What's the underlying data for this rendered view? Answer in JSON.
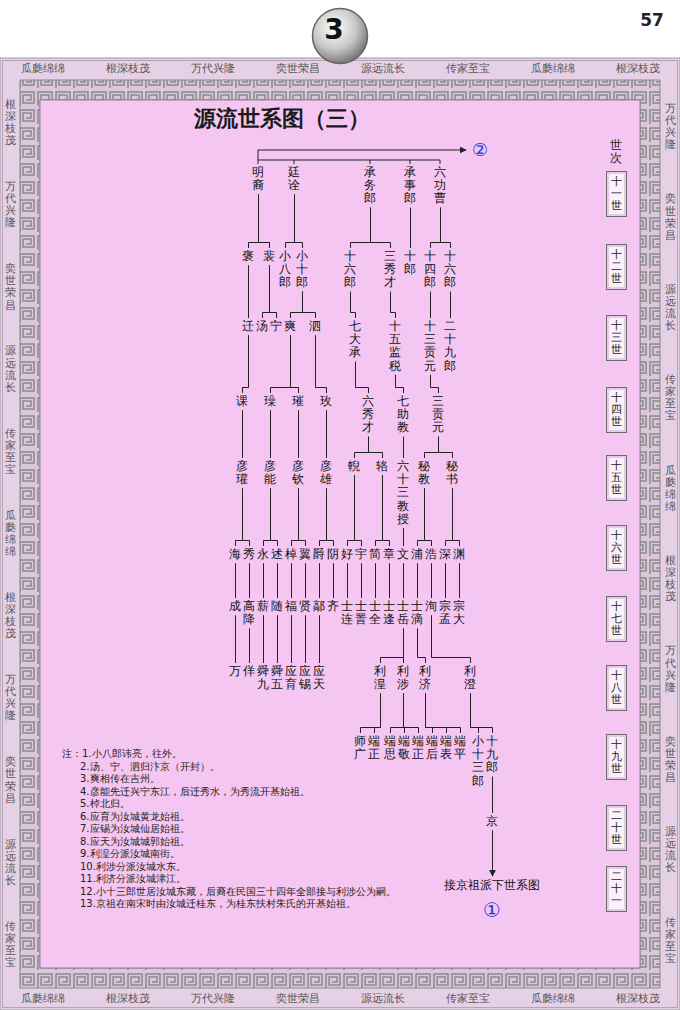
{
  "diagram": {
    "title": "源流世系图（三）",
    "nodes": [
      {
        "text": [
          "3"
        ]
      },
      {
        "text": [
          "明裔"
        ]
      },
      {
        "text": [
          "廷诠"
        ]
      },
      {
        "text": [
          "承务郎"
        ]
      },
      {
        "text": [
          "承事郎"
        ]
      },
      {
        "text": [
          "六功曹"
        ]
      },
      {
        "text": [
          "褒"
        ]
      },
      {
        "text": [
          "裴"
        ]
      },
      {
        "text": [
          "小八郎"
        ]
      },
      {
        "text": [
          "小十郎"
        ]
      },
      {
        "text": [
          "十六郎"
        ]
      },
      {
        "text": [
          "三秀才"
        ]
      },
      {
        "text": [
          "十郎"
        ]
      },
      {
        "text": [
          "十四郎"
        ]
      },
      {
        "text": [
          "十六郎"
        ]
      },
      {
        "text": [
          "迁"
        ]
      },
      {
        "text": [
          "汤"
        ]
      },
      {
        "text": [
          "宁"
        ]
      },
      {
        "text": [
          "爽"
        ]
      },
      {
        "text": [
          "泗"
        ]
      },
      {
        "text": [
          "七大承"
        ]
      },
      {
        "text": [
          "十五监税"
        ]
      },
      {
        "text": [
          "十三贡元"
        ]
      },
      {
        "text": [
          "二十九郎"
        ]
      },
      {
        "text": [
          "课"
        ]
      },
      {
        "text": [
          "璪"
        ]
      },
      {
        "text": [
          "璀"
        ]
      },
      {
        "text": [
          "玫"
        ]
      },
      {
        "text": [
          "六秀才"
        ]
      },
      {
        "text": [
          "七助教"
        ]
      },
      {
        "text": [
          "三贡元"
        ]
      },
      {
        "text": [
          "彦瓘"
        ]
      },
      {
        "text": [
          "彦能"
        ]
      },
      {
        "text": [
          "彦钦"
        ]
      },
      {
        "text": [
          "彦雄"
        ]
      },
      {
        "text": [
          "輗"
        ]
      },
      {
        "text": [
          "辂"
        ]
      },
      {
        "text": [
          "六十三教授"
        ]
      },
      {
        "text": [
          "秘教"
        ]
      },
      {
        "text": [
          "秘书"
        ]
      },
      {
        "text": [
          "海"
        ]
      },
      {
        "text": [
          "秀"
        ]
      },
      {
        "text": [
          "永"
        ]
      },
      {
        "text": [
          "述"
        ]
      },
      {
        "text": [
          "棹"
        ]
      },
      {
        "text": [
          "翼"
        ]
      },
      {
        "text": [
          "爵"
        ]
      },
      {
        "text": [
          "阴"
        ]
      },
      {
        "text": [
          "好"
        ]
      },
      {
        "text": [
          "宇"
        ]
      },
      {
        "text": [
          "简"
        ]
      },
      {
        "text": [
          "章"
        ]
      },
      {
        "text": [
          "文"
        ]
      },
      {
        "text": [
          "浦"
        ]
      },
      {
        "text": [
          "浩"
        ]
      },
      {
        "text": [
          "深"
        ]
      },
      {
        "text": [
          "渊"
        ]
      },
      {
        "text": [
          "成"
        ]
      },
      {
        "text": [
          "高降"
        ]
      },
      {
        "text": [
          "薪"
        ]
      },
      {
        "text": [
          "随"
        ]
      },
      {
        "text": [
          "福"
        ]
      },
      {
        "text": [
          "贤"
        ]
      },
      {
        "text": [
          "鄗"
        ]
      },
      {
        "text": [
          "齐"
        ]
      },
      {
        "text": [
          "士连"
        ]
      },
      {
        "text": [
          "士詈"
        ]
      },
      {
        "text": [
          "士全"
        ]
      },
      {
        "text": [
          "士逢"
        ]
      },
      {
        "text": [
          "士岳"
        ]
      },
      {
        "text": [
          "士滴"
        ]
      },
      {
        "text": [
          "洵"
        ]
      },
      {
        "text": [
          "宗孟"
        ]
      },
      {
        "text": [
          "宗大"
        ]
      },
      {
        "text": [
          "万"
        ]
      },
      {
        "text": [
          "佯"
        ]
      },
      {
        "text": [
          "舜九"
        ]
      },
      {
        "text": [
          "舜五"
        ]
      },
      {
        "text": [
          "应育"
        ]
      },
      {
        "text": [
          "应锡"
        ]
      },
      {
        "text": [
          "应天"
        ]
      },
      {
        "text": [
          "利湟"
        ]
      },
      {
        "text": [
          "利涉"
        ]
      },
      {
        "text": [
          "利济"
        ]
      },
      {
        "text": [
          "利澄"
        ]
      },
      {
        "text": [
          "师广"
        ]
      },
      {
        "text": [
          "端正"
        ]
      },
      {
        "text": [
          "端思"
        ]
      },
      {
        "text": [
          "端敬"
        ]
      },
      {
        "text": [
          "端正"
        ]
      },
      {
        "text": [
          "端后"
        ]
      },
      {
        "text": [
          "端表"
        ]
      },
      {
        "text": [
          "端平"
        ]
      },
      {
        "text": [
          "小十三郎"
        ]
      },
      {
        "text": [
          "十九郎"
        ]
      },
      {
        "text": [
          "京"
        ]
      },
      {
        "text": [
          "接京祖派下世系图"
        ]
      },
      {
        "text": [
          "十一世"
        ]
      },
      {
        "text": [
          "十二世"
        ]
      },
      {
        "text": [
          "十三世"
        ]
      },
      {
        "text": [
          "十四世"
        ]
      },
      {
        "text": [
          "十五世"
        ]
      },
      {
        "text": [
          "十六世"
        ]
      },
      {
        "text": [
          "十七世"
        ]
      },
      {
        "text": [
          "十八世"
        ]
      },
      {
        "text": [
          "十九世"
        ]
      },
      {
        "text": [
          "二十世"
        ]
      },
      {
        "text": [
          "二十一"
        ]
      }
    ],
    "edges": [
      {
        "from": 1,
        "to": 6,
        "arrow": "none"
      },
      {
        "from": 1,
        "to": 7,
        "arrow": "none"
      },
      {
        "from": 2,
        "to": 8,
        "arrow": "none"
      },
      {
        "from": 2,
        "to": 9,
        "arrow": "none"
      },
      {
        "from": 3,
        "to": 10,
        "arrow": "none"
      },
      {
        "from": 3,
        "to": 11,
        "arrow": "none"
      },
      {
        "from": 4,
        "to": 12,
        "arrow": "none"
      },
      {
        "from": 5,
        "to": 13,
        "arrow": "none"
      },
      {
        "from": 5,
        "to": 14,
        "arrow": "none"
      },
      {
        "from": 6,
        "to": 15,
        "arrow": "none"
      },
      {
        "from": 7,
        "to": 16,
        "arrow": "none"
      },
      {
        "from": 7,
        "to": 17,
        "arrow": "none"
      },
      {
        "from": 9,
        "to": 18,
        "arrow": "none"
      },
      {
        "from": 9,
        "to": 19,
        "arrow": "none"
      },
      {
        "from": 10,
        "to": 20,
        "arrow": "none"
      },
      {
        "from": 11,
        "to": 21,
        "arrow": "none"
      },
      {
        "from": 13,
        "to": 22,
        "arrow": "none"
      },
      {
        "from": 14,
        "to": 23,
        "arrow": "none"
      },
      {
        "from": 15,
        "to": 24,
        "arrow": "none"
      },
      {
        "from": 18,
        "to": 25,
        "arrow": "none"
      },
      {
        "from": 18,
        "to": 26,
        "arrow": "none"
      },
      {
        "from": 19,
        "to": 27,
        "arrow": "none"
      },
      {
        "from": 20,
        "to": 28,
        "arrow": "none"
      },
      {
        "from": 21,
        "to": 29,
        "arrow": "none"
      },
      {
        "from": 22,
        "to": 30,
        "arrow": "none"
      },
      {
        "from": 24,
        "to": 31,
        "arrow": "none"
      },
      {
        "from": 25,
        "to": 32,
        "arrow": "none"
      },
      {
        "from": 26,
        "to": 33,
        "arrow": "none"
      },
      {
        "from": 27,
        "to": 34,
        "arrow": "none"
      },
      {
        "from": 28,
        "to": 35,
        "arrow": "none"
      },
      {
        "from": 28,
        "to": 36,
        "arrow": "none"
      },
      {
        "from": 29,
        "to": 37,
        "arrow": "none"
      },
      {
        "from": 30,
        "to": 38,
        "arrow": "none"
      },
      {
        "from": 30,
        "to": 39,
        "arrow": "none"
      },
      {
        "from": 31,
        "to": 40,
        "arrow": "none"
      },
      {
        "from": 31,
        "to": 41,
        "arrow": "none"
      },
      {
        "from": 32,
        "to": 42,
        "arrow": "none"
      },
      {
        "from": 32,
        "to": 43,
        "arrow": "none"
      },
      {
        "from": 33,
        "to": 44,
        "arrow": "none"
      },
      {
        "from": 33,
        "to": 45,
        "arrow": "none"
      },
      {
        "from": 34,
        "to": 46,
        "arrow": "none"
      },
      {
        "from": 34,
        "to": 47,
        "arrow": "none"
      },
      {
        "from": 35,
        "to": 48,
        "arrow": "none"
      },
      {
        "from": 35,
        "to": 49,
        "arrow": "none"
      },
      {
        "from": 36,
        "to": 50,
        "arrow": "none"
      },
      {
        "from": 36,
        "to": 51,
        "arrow": "none"
      },
      {
        "from": 37,
        "to": 52,
        "arrow": "none"
      },
      {
        "from": 38,
        "to": 53,
        "arrow": "none"
      },
      {
        "from": 38,
        "to": 54,
        "arrow": "none"
      },
      {
        "from": 39,
        "to": 55,
        "arrow": "none"
      },
      {
        "from": 39,
        "to": 56,
        "arrow": "none"
      },
      {
        "from": 40,
        "to": 57,
        "arrow": "none"
      },
      {
        "from": 41,
        "to": 58,
        "arrow": "none"
      },
      {
        "from": 42,
        "to": 59,
        "arrow": "none"
      },
      {
        "from": 43,
        "to": 60,
        "arrow": "none"
      },
      {
        "from": 44,
        "to": 61,
        "arrow": "none"
      },
      {
        "from": 45,
        "to": 62,
        "arrow": "none"
      },
      {
        "from": 46,
        "to": 63,
        "arrow": "none"
      },
      {
        "from": 47,
        "to": 64,
        "arrow": "none"
      },
      {
        "from": 48,
        "to": 65,
        "arrow": "none"
      },
      {
        "from": 49,
        "to": 66,
        "arrow": "none"
      },
      {
        "from": 50,
        "to": 67,
        "arrow": "none"
      },
      {
        "from": 51,
        "to": 68,
        "arrow": "none"
      },
      {
        "from": 52,
        "to": 69,
        "arrow": "none"
      },
      {
        "from": 53,
        "to": 70,
        "arrow": "none"
      },
      {
        "from": 54,
        "to": 71,
        "arrow": "none"
      },
      {
        "from": 55,
        "to": 72,
        "arrow": "none"
      },
      {
        "from": 56,
        "to": 73,
        "arrow": "none"
      },
      {
        "from": 57,
        "to": 74,
        "arrow": "none"
      },
      {
        "from": 58,
        "to": 75,
        "arrow": "none"
      },
      {
        "from": 59,
        "to": 76,
        "arrow": "none"
      },
      {
        "from": 60,
        "to": 77,
        "arrow": "none"
      },
      {
        "from": 61,
        "to": 78,
        "arrow": "none"
      },
      {
        "from": 62,
        "to": 79,
        "arrow": "none"
      },
      {
        "from": 63,
        "to": 80,
        "arrow": "none"
      },
      {
        "from": 69,
        "to": 81,
        "arrow": "none"
      },
      {
        "from": 69,
        "to": 82,
        "arrow": "none"
      },
      {
        "from": 70,
        "to": 83,
        "arrow": "none"
      },
      {
        "from": 71,
        "to": 84,
        "arrow": "none"
      },
      {
        "from": 81,
        "to": 85,
        "arrow": "none"
      },
      {
        "from": 81,
        "to": 86,
        "arrow": "none"
      },
      {
        "from": 82,
        "to": 87,
        "arrow": "none"
      },
      {
        "from": 82,
        "to": 88,
        "arrow": "none"
      },
      {
        "from": 82,
        "to": 89,
        "arrow": "none"
      },
      {
        "from": 83,
        "to": 90,
        "arrow": "none"
      },
      {
        "from": 83,
        "to": 91,
        "arrow": "none"
      },
      {
        "from": 83,
        "to": 92,
        "arrow": "none"
      },
      {
        "from": 84,
        "to": 93,
        "arrow": "none"
      },
      {
        "from": 84,
        "to": 94,
        "arrow": "none"
      },
      {
        "from": 94,
        "to": 95,
        "arrow": "none"
      },
      {
        "from": 95,
        "to": 96,
        "arrow": "to"
      }
    ],
    "labels": [
      "57",
      "②",
      "世次",
      "瓜瓞绵绵",
      "根深枝茂",
      "万代兴隆",
      "奕世荣昌",
      "源远流长",
      "传家至宝",
      "瓜瓞绵绵",
      "根深枝茂",
      "万代兴隆",
      "奕世荣昌",
      "源远流长",
      "传家至宝",
      "瓜瓞绵绵",
      "根深枝茂",
      "万代兴隆",
      "奕世荣昌",
      "源远流长",
      "传家至宝",
      "根深枝茂",
      "万代兴隆",
      "奕世荣昌",
      "源远流长",
      "传家至宝",
      "瓜瓞绵绵",
      "根深枝茂",
      "万代兴隆",
      "奕世荣昌",
      "源远流长",
      "传家至宝",
      "①",
      "注：1.小八郎讳亮，往外。",
      "2.汤、宁、泗归汴京（开封）。",
      "3.爽相传在吉州。",
      "4.彦能先迁兴宁东江，后迁秀水，为秀流开基始祖。",
      "5.棹北归。",
      "6.应育为汝城黄龙始祖。",
      "7.应锡为汝城仙居始祖。",
      "8.应天为汝城城郭始祖。",
      "9.利湟分派汝城南街。",
      "10.利涉分派汝城水东。",
      "11.利济分派汝城津江。",
      "12.小十三郎世居汝城东藏，后裔在民国三十四年全部接与利涉公为嗣。",
      "13.京祖在南宋时由汝城迁桂东，为桂东扶村朱氏的开基始祖。",
      "瓜瓞绵绵",
      "根深枝茂",
      "万代兴隆",
      "奕世荣昌",
      "源远流长",
      "传家至宝",
      "瓜瓞绵绵",
      "根深枝茂"
    ]
  }
}
